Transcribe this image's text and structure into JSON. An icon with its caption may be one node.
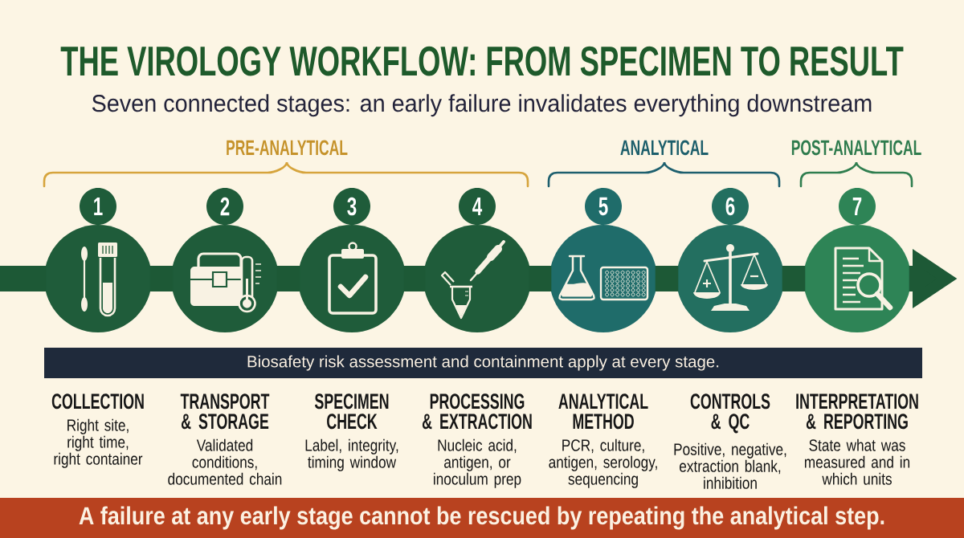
{
  "diagram": {
    "title": "THE VIROLOGY WORKFLOW: FROM SPECIMEN TO RESULT",
    "nodes": [
      {
        "text": [
          "1"
        ],
        "beside": [
          "COLLECTION",
          "Right site, right time, right container"
        ]
      },
      {
        "text": [
          "2"
        ],
        "beside": [
          "TRANSPORT & STORAGE",
          "Validated conditions, documented chain"
        ]
      },
      {
        "text": [
          "3"
        ],
        "beside": [
          "SPECIMEN CHECK",
          "Label, integrity, timing window"
        ]
      },
      {
        "text": [
          "4"
        ],
        "beside": [
          "PROCESSING & EXTRACTION",
          "Nucleic acid, antigen, or inoculum prep"
        ]
      },
      {
        "text": [
          "5"
        ],
        "beside": [
          "ANALYTICAL METHOD",
          "PCR, culture, antigen, serology, sequencing"
        ]
      },
      {
        "text": [
          "6"
        ],
        "beside": [
          "CONTROLS & QC",
          "Positive, negative, extraction blank, inhibition"
        ]
      },
      {
        "text": [
          "7"
        ],
        "beside": [
          "INTERPRETATION & REPORTING",
          "State what was measured and in which units"
        ]
      },
      {
        "text": [
          "Biosafety risk assessment and containment apply at every stage."
        ]
      },
      {
        "text": [
          "A failure at any early stage cannot be rescued by repeating the analytical step."
        ]
      }
    ],
    "edges": [
      {
        "from": null,
        "to": 0,
        "arrow": "none"
      },
      {
        "from": 0,
        "to": 1,
        "arrow": "none"
      },
      {
        "from": 1,
        "to": 2,
        "arrow": "none"
      },
      {
        "from": 2,
        "to": 3,
        "arrow": "none"
      },
      {
        "from": 3,
        "to": 4,
        "arrow": "none"
      },
      {
        "from": 4,
        "to": 5,
        "arrow": "none"
      },
      {
        "from": 5,
        "to": 6,
        "arrow": "none"
      },
      {
        "from": 6,
        "to": null,
        "arrow": "to"
      }
    ],
    "labels": [
      "Seven connected stages: an early failure invalidates everything downstream",
      "PRE-ANALYTICAL",
      "ANALYTICAL",
      "POST-ANALYTICAL"
    ]
  }
}
